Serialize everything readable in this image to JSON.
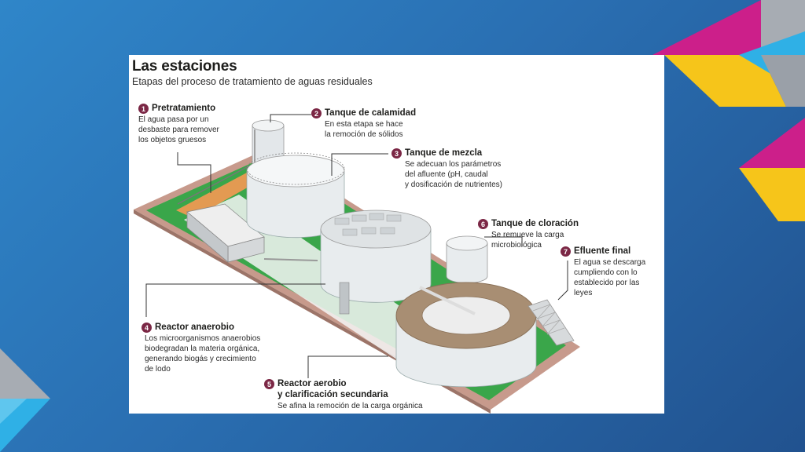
{
  "infographic": {
    "title": "Las estaciones",
    "subtitle": "Etapas del proceso de tratamiento de aguas residuales",
    "colors": {
      "step_badge": "#7b2745",
      "grass": "#3aa64a",
      "base": "#c79a8c",
      "tank": "#e8ecee",
      "sludge": "#a88e73"
    },
    "steps": [
      {
        "number": "1",
        "name": "Pretratamiento",
        "lines": [
          "El agua pasa por un",
          "desbaste para remover",
          "los objetos gruesos"
        ]
      },
      {
        "number": "2",
        "name": "Tanque de calamidad",
        "lines": [
          "En esta etapa se hace",
          "la remoción de sólidos"
        ]
      },
      {
        "number": "3",
        "name": "Tanque de mezcla",
        "lines": [
          "Se adecuan los parámetros",
          "del afluente (pH, caudal",
          "y dosificación de nutrientes)"
        ]
      },
      {
        "number": "4",
        "name": "Reactor anaerobio",
        "lines": [
          "Los microorganismos anaerobios",
          "biodegradan la materia orgánica,",
          "generando biogás y crecimiento",
          "de lodo"
        ]
      },
      {
        "number": "5",
        "name": "Reactor aerobio",
        "name2": "y clarificación secundaria",
        "lines": [
          "Se afina la remoción de la carga orgánica"
        ]
      },
      {
        "number": "6",
        "name": "Tanque de cloración",
        "lines": [
          "Se remueve la carga",
          "microbiológica"
        ]
      },
      {
        "number": "7",
        "name": "Efluente final",
        "lines": [
          "El agua se descarga",
          "cumpliendo con lo",
          "establecido por las",
          "leyes"
        ]
      }
    ]
  }
}
